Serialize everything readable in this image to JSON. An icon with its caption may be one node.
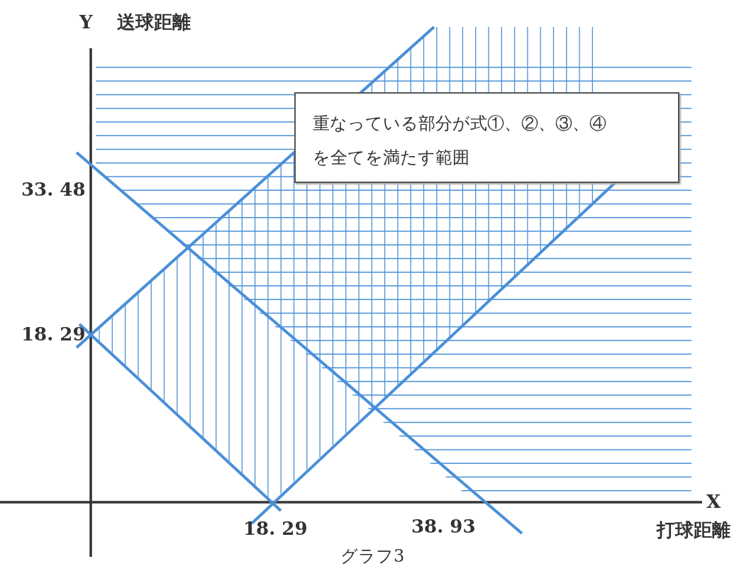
{
  "diagram": {
    "caption": "グラフ3",
    "nodes": [
      {
        "text": [
          "重なっている部分が式①、②、③、④を全てを満たす範囲"
        ]
      }
    ],
    "labels": [
      "Y",
      "送球距離",
      "33. 48",
      "18. 29",
      "X",
      "18. 29",
      "38. 93",
      "打球距離"
    ]
  }
}
